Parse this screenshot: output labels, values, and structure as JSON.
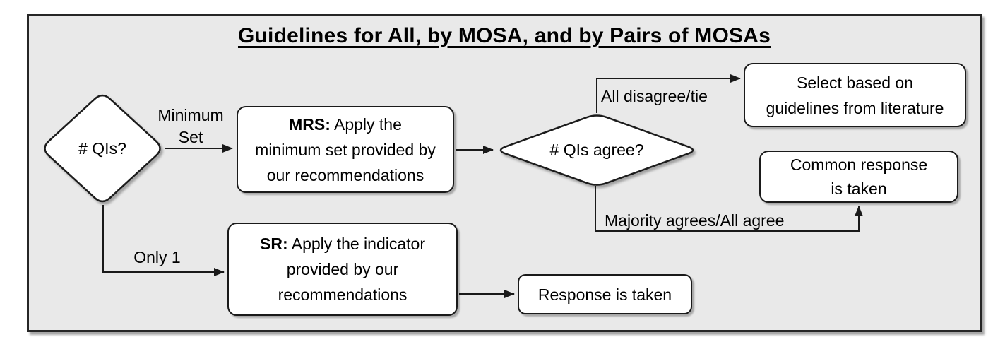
{
  "title": "Guidelines for All, by MOSA, and by Pairs of MOSAs",
  "colors": {
    "frame_background": "#e9e9e9",
    "node_fill": "#ffffff",
    "stroke": "#1a1a1a",
    "text": "#000000"
  },
  "nodes": {
    "qis_decision": {
      "label": "# QIs?"
    },
    "qis_agree_decision": {
      "label": "# QIs agree?"
    },
    "mrs_process": {
      "bold": "MRS:",
      "line1": " Apply the",
      "line2": "minimum set provided by",
      "line3": "our recommendations"
    },
    "sr_process": {
      "bold": "SR:",
      "line1": " Apply the indicator",
      "line2": "provided by our",
      "line3": "recommendations"
    },
    "select_literature": {
      "line1": "Select based on",
      "line2": "guidelines from literature"
    },
    "common_response": {
      "line1": "Common response",
      "line2": "is taken"
    },
    "response_taken": {
      "label": "Response is taken"
    }
  },
  "edge_labels": {
    "minimum_set": "Minimum Set",
    "only_one": "Only 1",
    "all_disagree_tie": "All disagree/tie",
    "majority_all_agree": "Majority agrees/All agree"
  }
}
